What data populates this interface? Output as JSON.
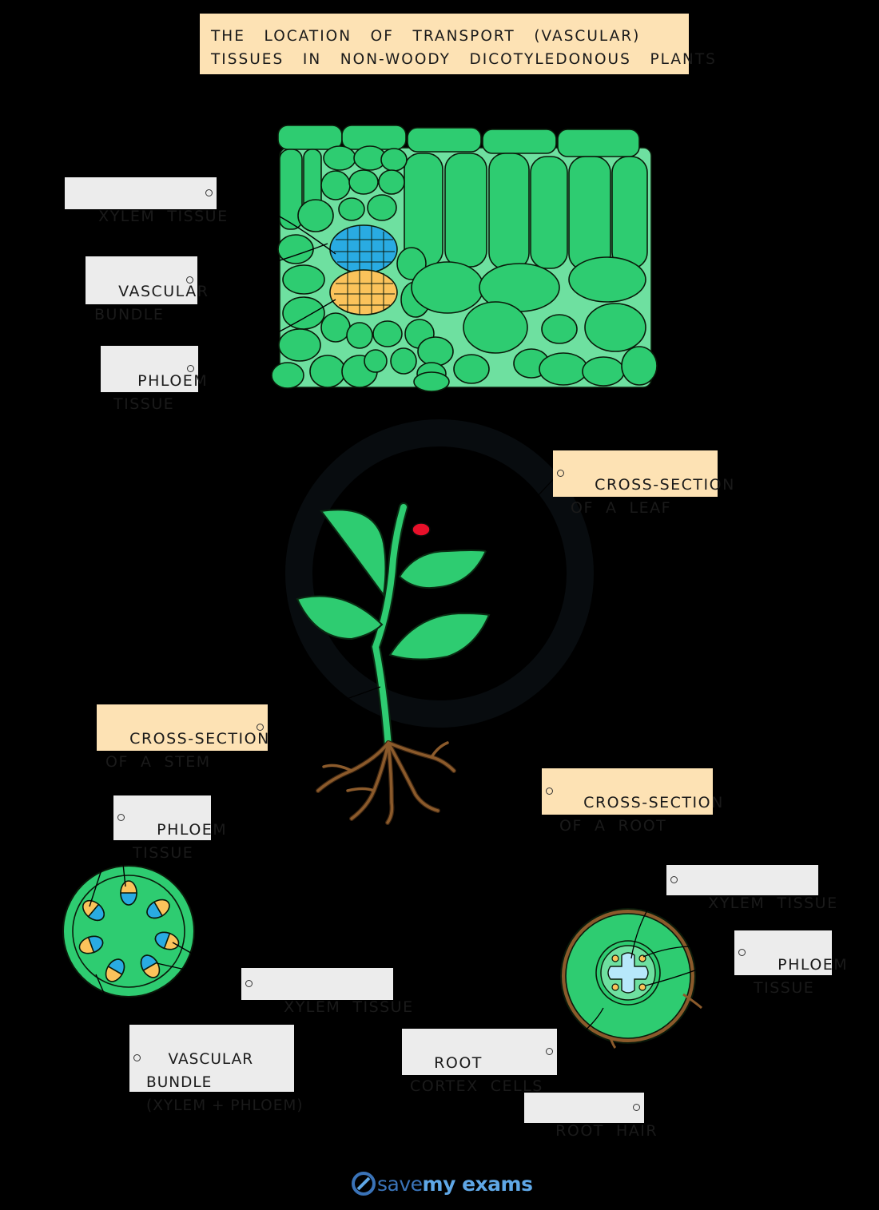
{
  "title": {
    "line1": "THE   LOCATION   OF   TRANSPORT   (VASCULAR)",
    "line2": "TISSUES   IN   NON-WOODY   DICOTYLEDONOUS   PLANTS"
  },
  "labels": {
    "leaf_xylem": "XYLEM  TISSUE",
    "leaf_vascular_bundle": "VASCULAR\nBUNDLE",
    "leaf_phloem": "PHLOEM\nTISSUE",
    "cross_section_leaf": "CROSS-SECTION\nOF  A  LEAF",
    "cross_section_stem": "CROSS-SECTION\nOF  A  STEM",
    "cross_section_root": "CROSS-SECTION\nOF  A  ROOT",
    "stem_phloem": "PHLOEM\nTISSUE",
    "stem_xylem": "XYLEM  TISSUE",
    "stem_vascular_bundle": "VASCULAR\nBUNDLE\n(XYLEM + PHLOEM)",
    "root_xylem": "XYLEM  TISSUE",
    "root_phloem": "PHLOEM\nTISSUE",
    "root_cortex": "ROOT\nCORTEX  CELLS",
    "root_hair": "ROOT  HAIR"
  },
  "logo": {
    "part1": "save",
    "part2": "my exams"
  },
  "colors": {
    "background": "#000000",
    "cell_green": "#2ecc71",
    "cell_green_light": "#6ee0a0",
    "xylem_blue": "#29abe2",
    "phloem_yellow": "#fbc35b",
    "label_grey": "#ececec",
    "label_peach": "#fde2b4",
    "root_brown": "#8b5a2b",
    "flower_red": "#e8102a"
  }
}
